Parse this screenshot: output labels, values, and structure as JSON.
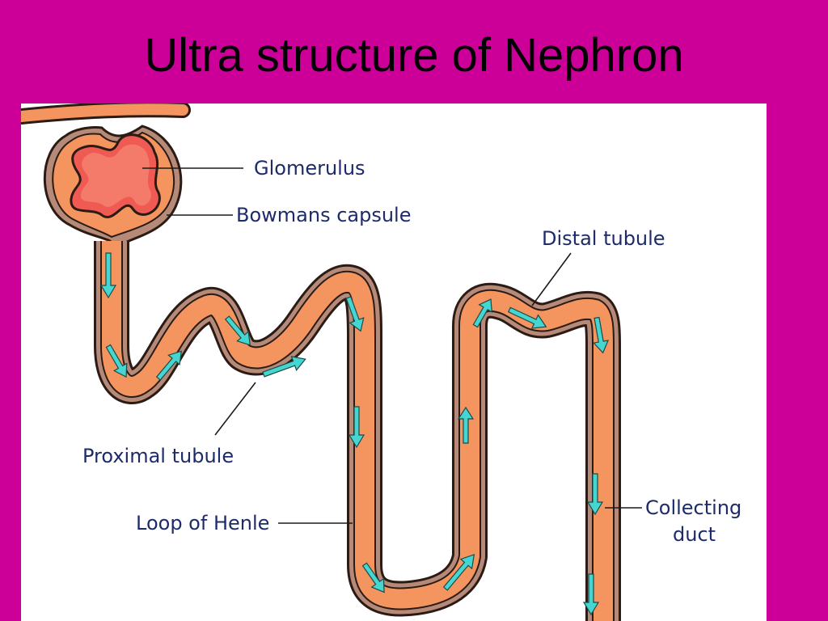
{
  "slide": {
    "title": "Ultra structure of Nephron",
    "background_color": "#cc0099"
  },
  "diagram": {
    "labels": {
      "glomerulus": "Glomerulus",
      "bowmans_capsule": "Bowmans capsule",
      "distal_tubule": "Distal tubule",
      "proximal_tubule": "Proximal tubule",
      "loop_of_henle": "Loop of Henle",
      "collecting_duct_line1": "Collecting",
      "collecting_duct_line2": "duct"
    },
    "colors": {
      "tubule_fill": "#f4955f",
      "tubule_outer": "#b58a78",
      "glomerulus_fill": "#ef5a52",
      "flow_arrow": "#46d6d2",
      "label_text": "#1d2b6b"
    },
    "flow_arrows": "cyan-arrow-icons"
  }
}
